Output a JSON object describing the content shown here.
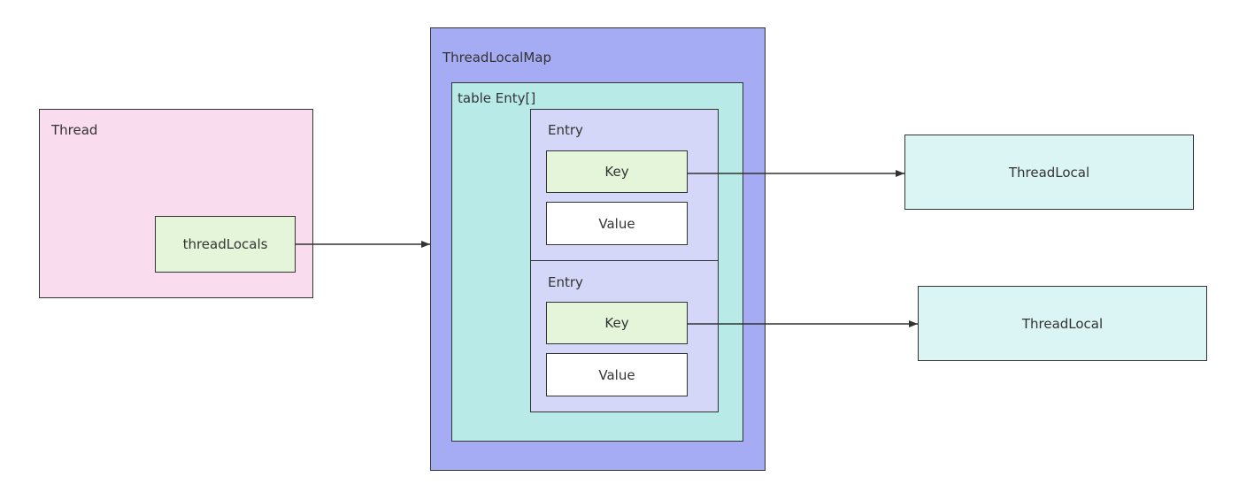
{
  "colors": {
    "thread_fill": "#f9dced",
    "field_fill": "#e4f5d9",
    "map_fill": "#a5acf4",
    "table_fill": "#b8eae8",
    "entry_fill": "#d5d7f8",
    "value_fill": "#ffffff",
    "threadlocal_fill": "#dbf5f4",
    "stroke": "#333333"
  },
  "thread": {
    "title": "Thread",
    "field": "threadLocals"
  },
  "map": {
    "title": "ThreadLocalMap",
    "table": {
      "title": "table Enty[]",
      "entries": [
        {
          "title": "Entry",
          "key": "Key",
          "value": "Value"
        },
        {
          "title": "Entry",
          "key": "Key",
          "value": "Value"
        }
      ]
    }
  },
  "thread_locals": [
    {
      "label": "ThreadLocal"
    },
    {
      "label": "ThreadLocal"
    }
  ]
}
